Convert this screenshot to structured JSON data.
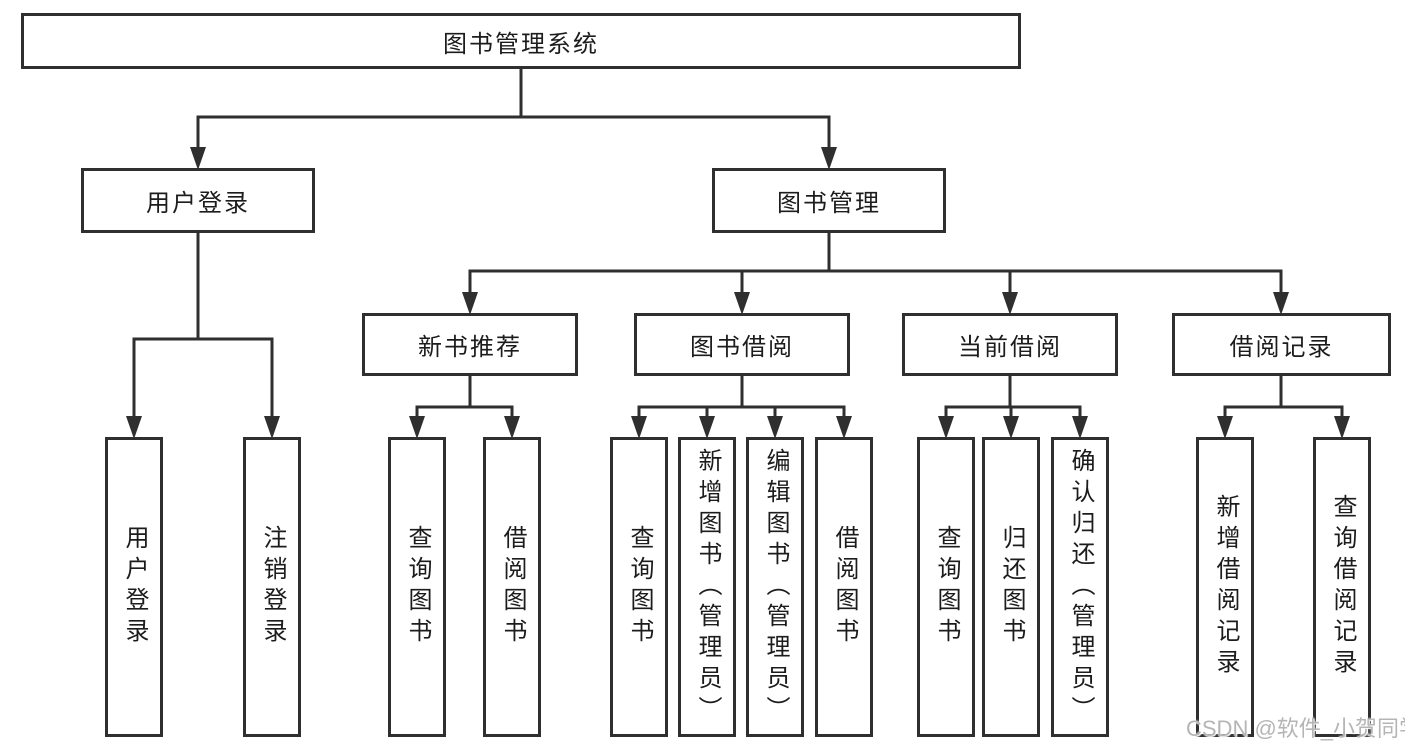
{
  "diagram": {
    "title": "图书管理系统",
    "branches": [
      {
        "label": "用户登录",
        "children": [
          "用户登录",
          "注销登录"
        ]
      },
      {
        "label": "图书管理",
        "sections": [
          {
            "label": "新书推荐",
            "children": [
              "查询图书",
              "借阅图书"
            ]
          },
          {
            "label": "图书借阅",
            "children": [
              "查询图书",
              "新增图书（管理员）",
              "编辑图书（管理员）",
              "借阅图书"
            ]
          },
          {
            "label": "当前借阅",
            "children": [
              "查询图书",
              "归还图书",
              "确认归还（管理员）"
            ]
          },
          {
            "label": "借阅记录",
            "children": [
              "新增借阅记录",
              "查询借阅记录"
            ]
          }
        ]
      }
    ]
  },
  "watermark": {
    "text": "CSDN @软件_小贺同学"
  },
  "colors": {
    "line": "#2f2f2f",
    "box_border": "#2f2f2f",
    "box_bg": "#ffffff",
    "text": "#1c1c1c",
    "watermark": "#b5b5b5"
  }
}
